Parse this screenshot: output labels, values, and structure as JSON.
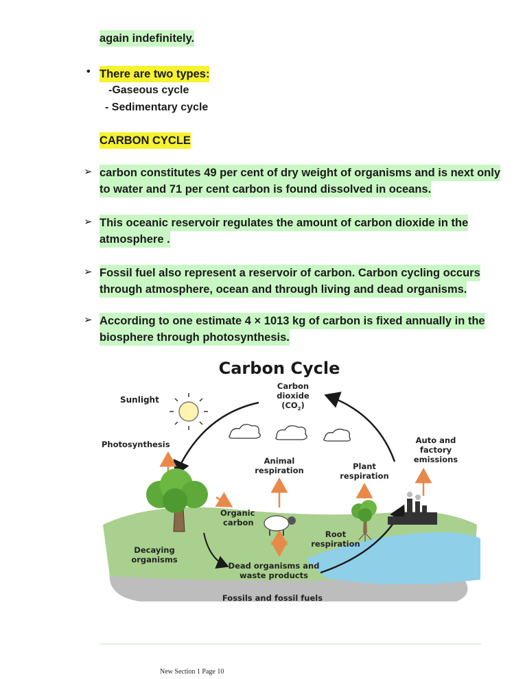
{
  "intro": {
    "continuation": "again indefinitely.",
    "types_heading": "There are two types:",
    "type_1": "-Gaseous cycle",
    "type_2": "- Sedimentary cycle"
  },
  "section_title": "CARBON CYCLE",
  "points": [
    {
      "line1": "carbon constitutes 49 per cent of dry weight of organisms and is next only",
      "line2": "to water and  71 per cent carbon is found dissolved in oceans."
    },
    {
      "line1": "This oceanic reservoir regulates the amount of carbon dioxide in the",
      "line2": "atmosphere ."
    },
    {
      "line1": " Fossil fuel also represent a reservoir of carbon. Carbon cycling occurs",
      "line2": "through atmosphere, ocean and through living and dead organisms."
    },
    {
      "line1": " According to one estimate 4 × 1013 kg of carbon is fixed annually in the",
      "line2": "biosphere through photosynthesis."
    }
  ],
  "diagram": {
    "title": "Carbon Cycle",
    "co2_line1": "Carbon",
    "co2_line2": "dioxide",
    "co2_line3": "(CO",
    "co2_sub": "2",
    "co2_close": ")",
    "sunlight": "Sunlight",
    "photosynthesis": "Photosynthesis",
    "animal_resp_1": "Animal",
    "animal_resp_2": "respiration",
    "plant_resp_1": "Plant",
    "plant_resp_2": "respiration",
    "auto_1": "Auto and",
    "auto_2": "factory",
    "auto_3": "emissions",
    "organic_1": "Organic",
    "organic_2": "carbon",
    "root_1": "Root",
    "root_2": "respiration",
    "decaying_1": "Decaying",
    "decaying_2": "organisms",
    "dead_1": "Dead organisms and",
    "dead_2": "waste products",
    "fossils": "Fossils and fossil fuels",
    "colors": {
      "arrow_orange": "#e8894a",
      "ground_green": "#a9d08e",
      "water_blue": "#8fd0e8",
      "bedrock_gray": "#bdbdbd"
    }
  },
  "footer": {
    "page_label": "New Section 1 Page 10"
  }
}
